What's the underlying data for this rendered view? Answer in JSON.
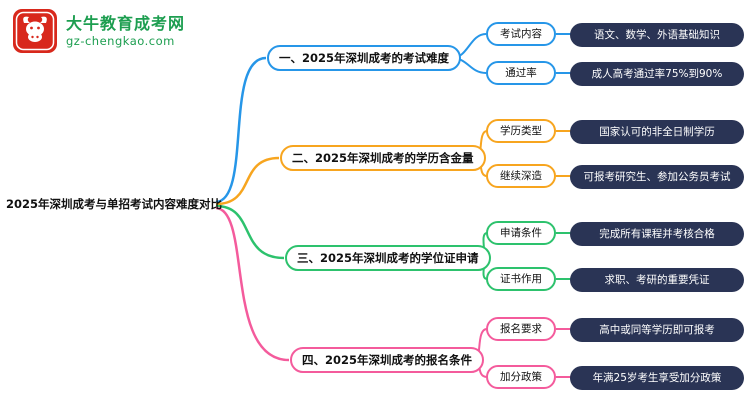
{
  "logo": {
    "title": "大牛教育成考网",
    "url": "gz-chengkao.com",
    "brand_color": "#1d9e50",
    "icon_color": "#d8281c",
    "icon": "ox-logo-icon"
  },
  "central": {
    "title": "2025年深圳成考与单招考试内容难度对比"
  },
  "value_box_color": "#2a3455",
  "branches": [
    {
      "title": "一、2025年深圳成考的考试难度",
      "color": "#2696e8",
      "items": [
        {
          "label": "考试内容",
          "value": "语文、数学、外语基础知识"
        },
        {
          "label": "通过率",
          "value": "成人高考通过率75%到90%"
        }
      ]
    },
    {
      "title": "二、2025年深圳成考的学历含金量",
      "color": "#f7a51f",
      "items": [
        {
          "label": "学历类型",
          "value": "国家认可的非全日制学历"
        },
        {
          "label": "继续深造",
          "value": "可报考研究生、参加公务员考试"
        }
      ]
    },
    {
      "title": "三、2025年深圳成考的学位证申请",
      "color": "#2dc26d",
      "items": [
        {
          "label": "申请条件",
          "value": "完成所有课程并考核合格"
        },
        {
          "label": "证书作用",
          "value": "求职、考研的重要凭证"
        }
      ]
    },
    {
      "title": "四、2025年深圳成考的报名条件",
      "color": "#f45b9c",
      "items": [
        {
          "label": "报名要求",
          "value": "高中或同等学历即可报考"
        },
        {
          "label": "加分政策",
          "value": "年满25岁考生享受加分政策"
        }
      ]
    }
  ]
}
